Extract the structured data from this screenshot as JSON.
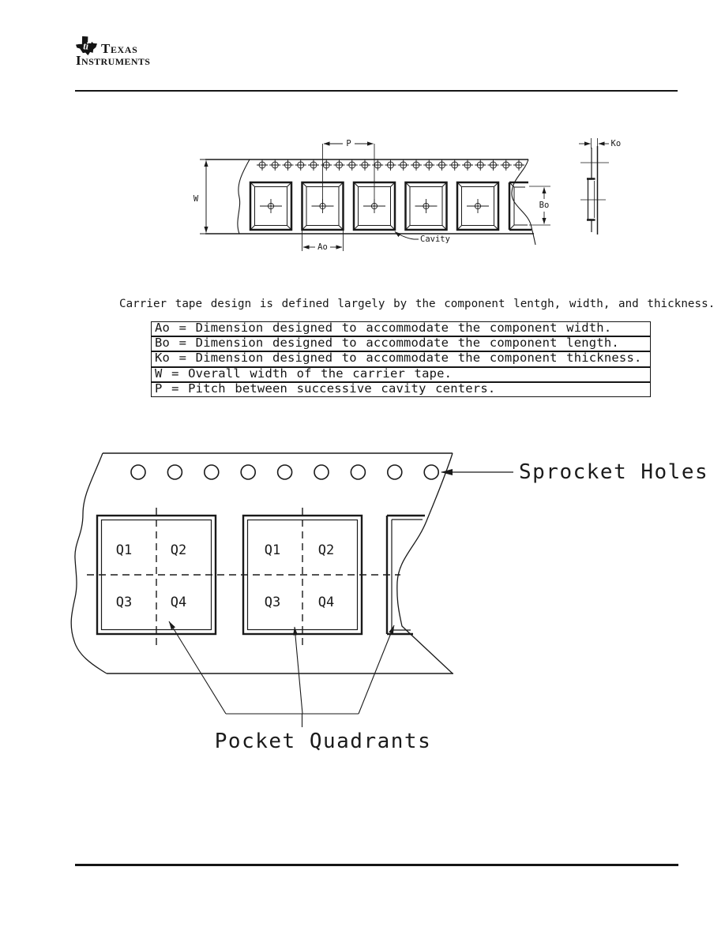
{
  "header": {
    "brand_line1": "Texas",
    "brand_line2": "Instruments",
    "logo_monogram": "ti"
  },
  "caption": {
    "text": "Carrier tape design is defined largely by the component lentgh, width, and thickness."
  },
  "definitions_table": {
    "rows": [
      "Ao = Dimension designed to accommodate the component width.",
      "Bo = Dimension designed to accommodate the component length.",
      "Ko = Dimension designed to accommodate the component thickness.",
      "W = Overall width of the carrier tape.",
      "P = Pitch between successive cavity centers."
    ]
  },
  "figure_tape_profile": {
    "labels": {
      "width": "W",
      "pitch": "P",
      "ao": "Ao",
      "bo": "Bo",
      "ko": "Ko",
      "cavity": "Cavity"
    }
  },
  "figure_pocket_quadrants": {
    "sprocket_holes_label": "Sprocket Holes",
    "pocket_quadrants_label": "Pocket Quadrants",
    "quadrants": [
      "Q1",
      "Q2",
      "Q3",
      "Q4"
    ]
  },
  "colors": {
    "ink": "#1a1a1a",
    "background": "#ffffff"
  }
}
